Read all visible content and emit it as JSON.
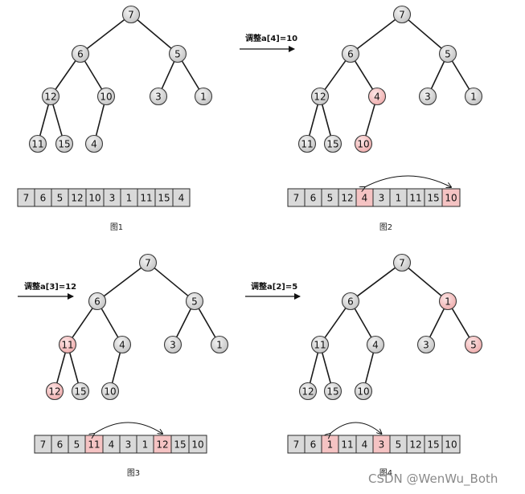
{
  "colors": {
    "node_fill": "#d4d4d4",
    "highlight_fill": "#f4c0c0",
    "edge": "#1a1a1a"
  },
  "panels": [
    {
      "caption": "图1",
      "step_label": "",
      "nodes": [
        "7",
        "6",
        "5",
        "12",
        "10",
        "3",
        "1",
        "11",
        "15",
        "4"
      ],
      "highlight_nodes": [],
      "array": [
        "7",
        "6",
        "5",
        "12",
        "10",
        "3",
        "1",
        "11",
        "15",
        "4"
      ],
      "highlight_cells": [],
      "swap": null
    },
    {
      "caption": "图2",
      "step_label": "调整a[4]=10",
      "nodes": [
        "7",
        "6",
        "5",
        "12",
        "4",
        "3",
        "1",
        "11",
        "15",
        "10"
      ],
      "highlight_nodes": [
        4,
        9
      ],
      "array": [
        "7",
        "6",
        "5",
        "12",
        "4",
        "3",
        "1",
        "11",
        "15",
        "10"
      ],
      "highlight_cells": [
        4,
        9
      ],
      "swap": [
        4,
        9
      ]
    },
    {
      "caption": "图3",
      "step_label": "调整a[3]=12",
      "nodes": [
        "7",
        "6",
        "5",
        "11",
        "4",
        "3",
        "1",
        "12",
        "15",
        "10"
      ],
      "highlight_nodes": [
        3,
        7
      ],
      "array": [
        "7",
        "6",
        "5",
        "11",
        "4",
        "3",
        "1",
        "12",
        "15",
        "10"
      ],
      "highlight_cells": [
        3,
        7
      ],
      "swap": [
        3,
        7
      ]
    },
    {
      "caption": "图4",
      "step_label": "调整a[2]=5",
      "nodes": [
        "7",
        "6",
        "1",
        "11",
        "4",
        "3",
        "5",
        "12",
        "15",
        "10"
      ],
      "highlight_nodes": [
        2,
        6
      ],
      "array": [
        "7",
        "6",
        "1",
        "11",
        "4",
        "3",
        "5",
        "12",
        "15",
        "10"
      ],
      "highlight_cells": [
        2,
        5
      ],
      "swap": [
        2,
        5
      ]
    }
  ],
  "watermark": "CSDN @WenWu_Both"
}
